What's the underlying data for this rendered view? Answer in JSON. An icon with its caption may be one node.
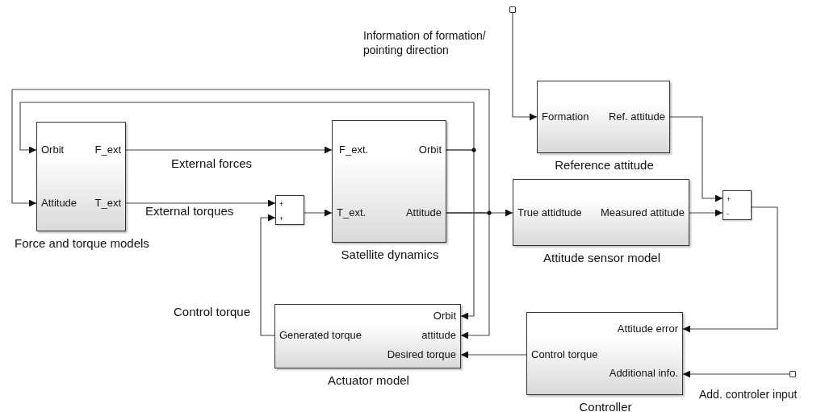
{
  "diagram": {
    "nodes": [
      {
        "text": [
          "Orbit",
          "F_ext",
          "Attitude",
          "T_ext",
          "Force and torque models"
        ]
      },
      {
        "text": [
          "+",
          "+"
        ]
      },
      {
        "text": [
          "F_ext.",
          "Orbit",
          "T_ext.",
          "Attitude",
          "Satellite dynamics"
        ]
      },
      {
        "text": [],
        "shape": "box",
        "beside": [
          "Information of formation/ pointing direction"
        ]
      },
      {
        "text": [
          "Formation",
          "Ref. attitude",
          "Reference attitude"
        ]
      },
      {
        "text": [
          "True attidtude",
          "Measured attitude",
          "Attitude sensor model"
        ]
      },
      {
        "text": [
          "+",
          "-"
        ]
      },
      {
        "text": [
          "Orbit",
          "Generated torque",
          "attitude",
          "Desired torque",
          "Actuator model"
        ]
      },
      {
        "text": [
          "Attitude error",
          "Control torque",
          "Additional info.",
          "Controller"
        ]
      },
      {
        "text": [],
        "shape": "box",
        "beside": [
          "Add. controler input"
        ]
      }
    ],
    "edges": [
      {
        "from": 0,
        "to": 2,
        "arrow": "to",
        "label": "External forces"
      },
      {
        "from": 0,
        "to": 1,
        "arrow": "to",
        "label": "External torques"
      },
      {
        "from": 1,
        "to": 2,
        "arrow": "to"
      },
      {
        "from": 2,
        "to": 0,
        "arrow": "to"
      },
      {
        "from": 2,
        "to": 0,
        "arrow": "to"
      },
      {
        "from": 2,
        "to": 7,
        "arrow": "to"
      },
      {
        "from": 2,
        "to": 7,
        "arrow": "to"
      },
      {
        "from": 2,
        "to": 5,
        "arrow": "to"
      },
      {
        "from": 3,
        "to": 4,
        "arrow": "to"
      },
      {
        "from": 4,
        "to": 6,
        "arrow": "to"
      },
      {
        "from": 5,
        "to": 6,
        "arrow": "to"
      },
      {
        "from": 6,
        "to": 8,
        "arrow": "to"
      },
      {
        "from": 8,
        "to": 7,
        "arrow": "to"
      },
      {
        "from": 9,
        "to": 8,
        "arrow": "to"
      },
      {
        "from": 7,
        "to": 1,
        "arrow": "to",
        "label": "Control torque"
      }
    ]
  }
}
